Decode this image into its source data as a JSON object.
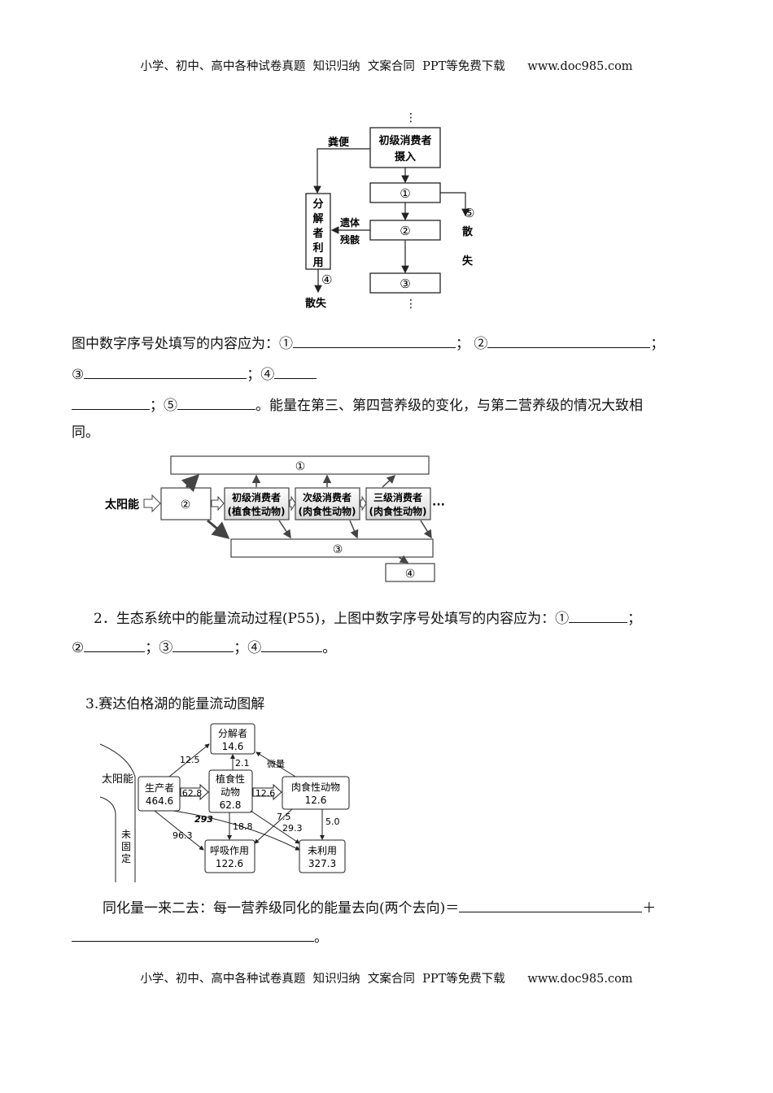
{
  "header": "小学、初中、高中各种试卷真题  知识归纳  文案合同  PPT等免费下载      www.doc985.com",
  "footer": "小学、初中、高中各种试卷真题  知识归纳  文案合同  PPT等免费下载      www.doc985.com",
  "diagram1": {
    "dots": "⋮",
    "top_box": [
      "初级消费者",
      "摄入"
    ],
    "feces": "粪便",
    "decomposer": [
      "分",
      "解",
      "者",
      "利",
      "用"
    ],
    "remains": [
      "遗体",
      "残骸"
    ],
    "n1": "①",
    "n2": "②",
    "n3": "③",
    "n4": "④",
    "n5": "⑤",
    "lost_left": "散失",
    "lost_right": [
      "散",
      "失"
    ]
  },
  "q1": {
    "line1_a": "图中数字序号处填写的内容应为：①",
    "line1_b": "；  ②",
    "line1_c": "；",
    "line2_a": "③",
    "line2_b": "；④",
    "line3_a": "；⑤",
    "line3_b": "。能量在第三、第四营养级的变化，与第二营养级的情况大致相",
    "line4": "同。"
  },
  "diagram2": {
    "sun": "太阳能",
    "n1": "①",
    "n2": "②",
    "n3": "③",
    "n4": "④",
    "c1": [
      "初级消费者",
      "(植食性动物)"
    ],
    "c2": [
      "次级消费者",
      "(肉食性动物)"
    ],
    "c3": [
      "三级消费者",
      "(肉食性动物)"
    ],
    "more": "···"
  },
  "q2": {
    "line1": "2．生态系统中的能量流动过程(P55)，上图中数字序号处填写的内容应为：①",
    "line1_end": "；",
    "line2_a": "②",
    "line2_b": "；③",
    "line2_c": "；④",
    "line2_d": "。"
  },
  "q3_title": "3.赛达伯格湖的能量流动图解",
  "diagram3": {
    "sun": "太阳能",
    "unfixed": [
      "未",
      "固",
      "定"
    ],
    "decomposer": [
      "分解者",
      "14.6"
    ],
    "producer": [
      "生产者",
      "464.6"
    ],
    "herbivore": [
      "植食性",
      "动物",
      "62.8"
    ],
    "carnivore": [
      "肉食性动物",
      "12.6"
    ],
    "respiration": [
      "呼吸作用",
      "122.6"
    ],
    "unused": [
      "未利用",
      "327.3"
    ],
    "trace": "微量",
    "v12_5": "12.5",
    "v2_1": "2.1",
    "v62_8": "62.8",
    "v12_6": "12.6",
    "v293": "293",
    "v96_3": "96.3",
    "v18_8": "18.8",
    "v7_5": "7.5",
    "v29_3": "29.3",
    "v5_0": "5.0"
  },
  "q3": {
    "line1": "同化量一来二去：每一营养级同化的能量去向(两个去向)＝",
    "plus": "＋",
    "period": "。"
  }
}
